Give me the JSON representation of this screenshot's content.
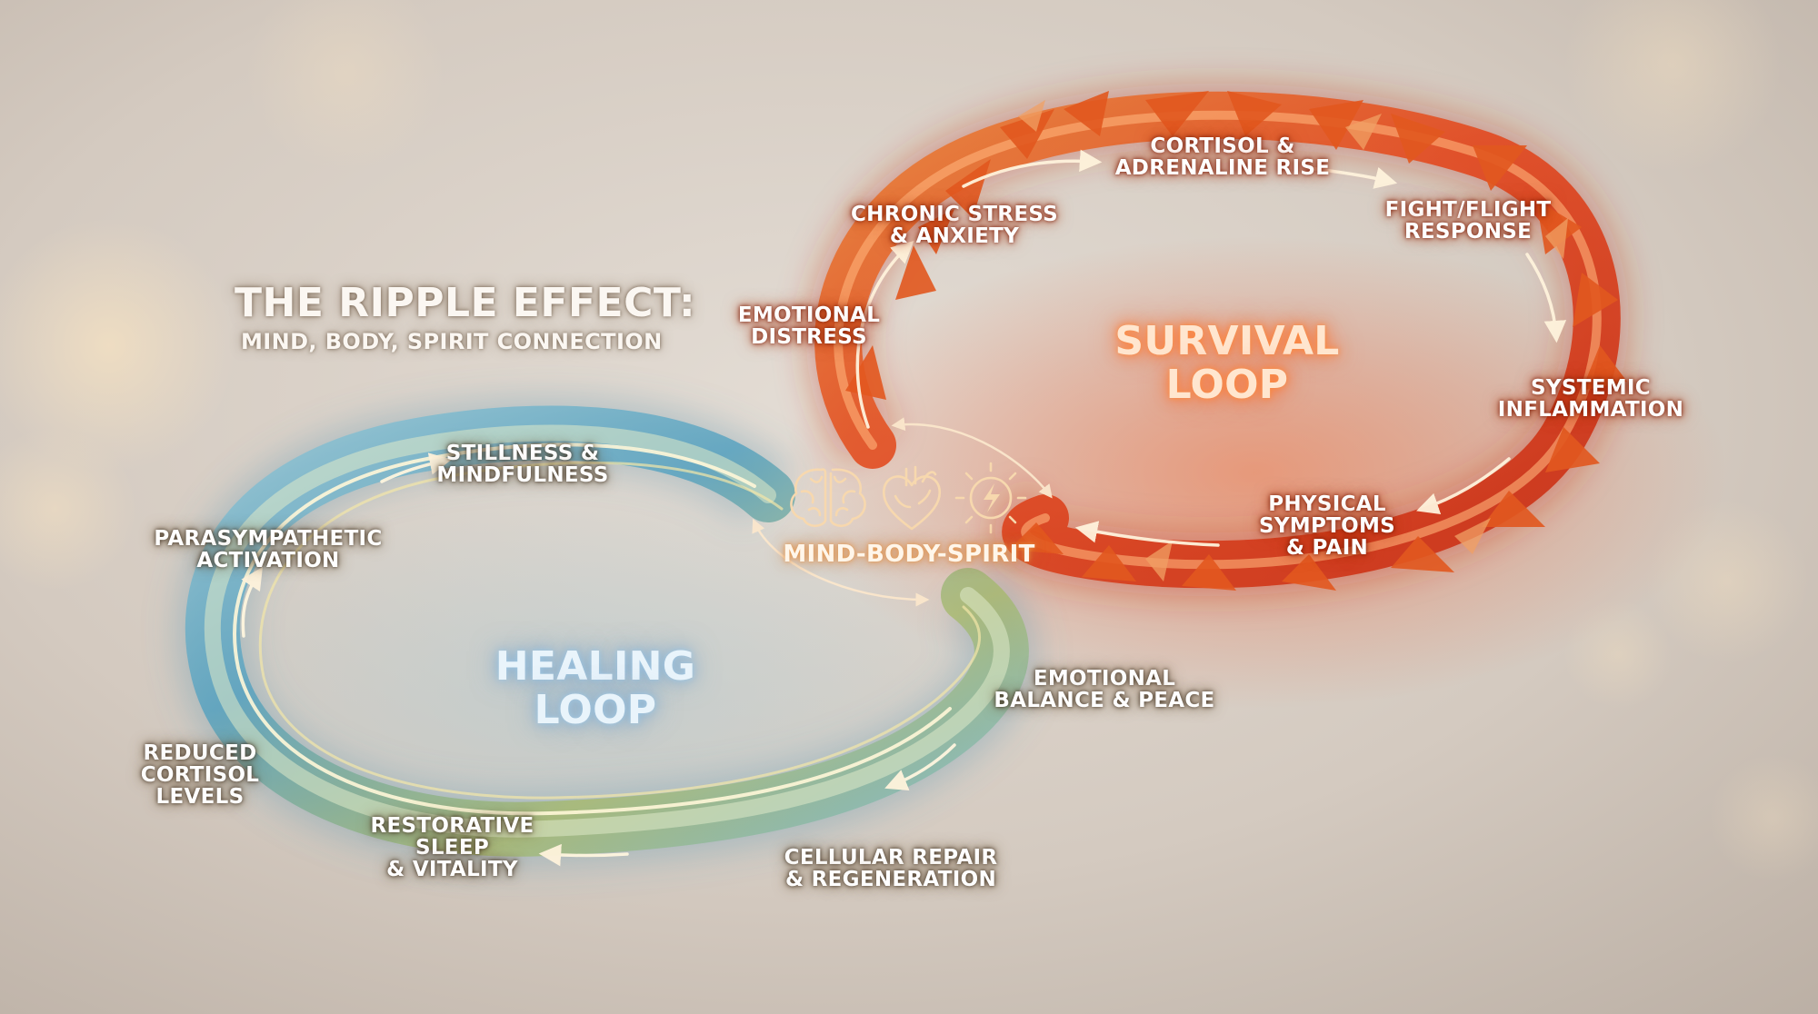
{
  "title": {
    "line1": "THE RIPPLE EFFECT:",
    "line2": "MIND, BODY, SPIRIT CONNECTION"
  },
  "center": {
    "label": "MIND-BODY-SPIRIT",
    "icons": [
      "brain-icon",
      "heart-icon",
      "energy-spirit-icon"
    ]
  },
  "survival_loop": {
    "label": "SURVIVAL\nLOOP",
    "color": "#e2401f",
    "nodes": [
      "EMOTIONAL\nDISTRESS",
      "CHRONIC STRESS\n& ANXIETY",
      "CORTISOL &\nADRENALINE RISE",
      "FIGHT/FLIGHT\nRESPONSE",
      "SYSTEMIC\nINFLAMMATION",
      "PHYSICAL\nSYMPTOMS\n& PAIN"
    ]
  },
  "healing_loop": {
    "label": "HEALING\nLOOP",
    "color": "#6fb3c9",
    "nodes": [
      "STILLNESS &\nMINDFULNESS",
      "PARASYMPATHETIC\nACTIVATION",
      "REDUCED\nCORTISOL\nLEVELS",
      "RESTORATIVE\nSLEEP\n& VITALITY",
      "CELLULAR REPAIR\n& REGENERATION",
      "EMOTIONAL\nBALANCE & PEACE"
    ]
  }
}
